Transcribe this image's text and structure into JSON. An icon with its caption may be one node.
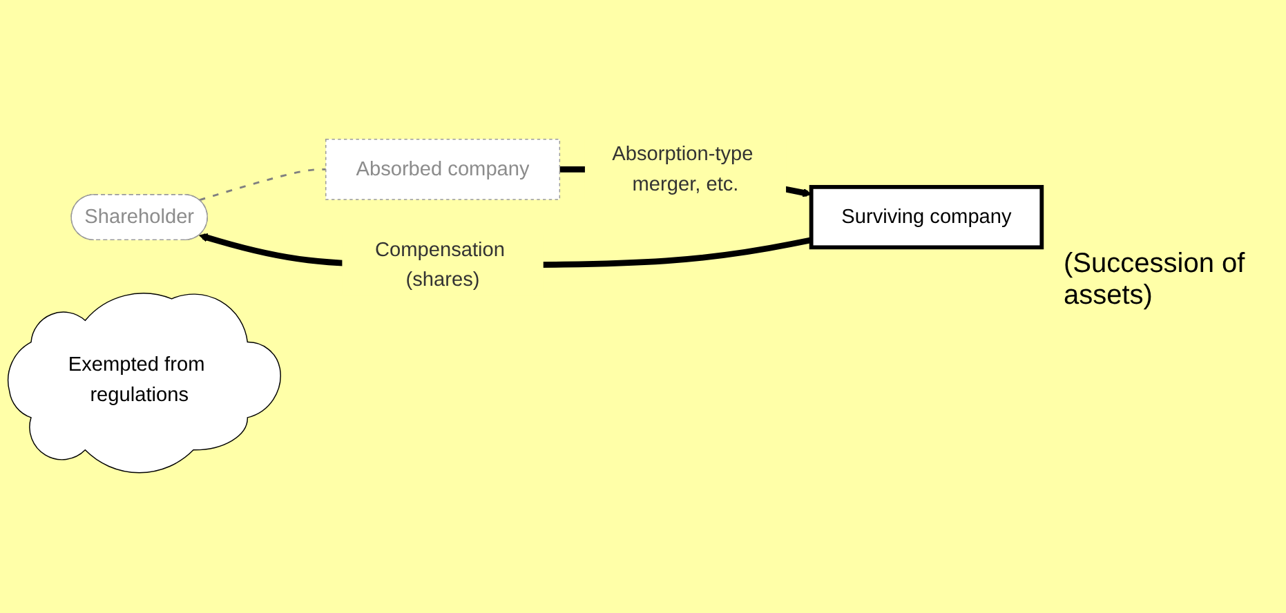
{
  "diagram": {
    "nodes": [
      {
        "text": [
          "Shareholder"
        ]
      },
      {
        "text": [
          "Absorbed company"
        ]
      },
      {
        "text": [
          "Surviving company"
        ]
      },
      {
        "text": [
          "Exempted from regulations"
        ]
      }
    ],
    "edges": [
      {
        "from": 2,
        "to": 0,
        "arrow": "to",
        "label": "Compensation (shares)"
      },
      {
        "from": 0,
        "to": 1,
        "arrow": "none",
        "style": "dashed",
        "color": "#808080"
      },
      {
        "from": 1,
        "to": 2,
        "arrow": "to",
        "label": "Absorption-type merger, etc."
      }
    ],
    "labels": [
      "(Succession of assets)"
    ]
  }
}
